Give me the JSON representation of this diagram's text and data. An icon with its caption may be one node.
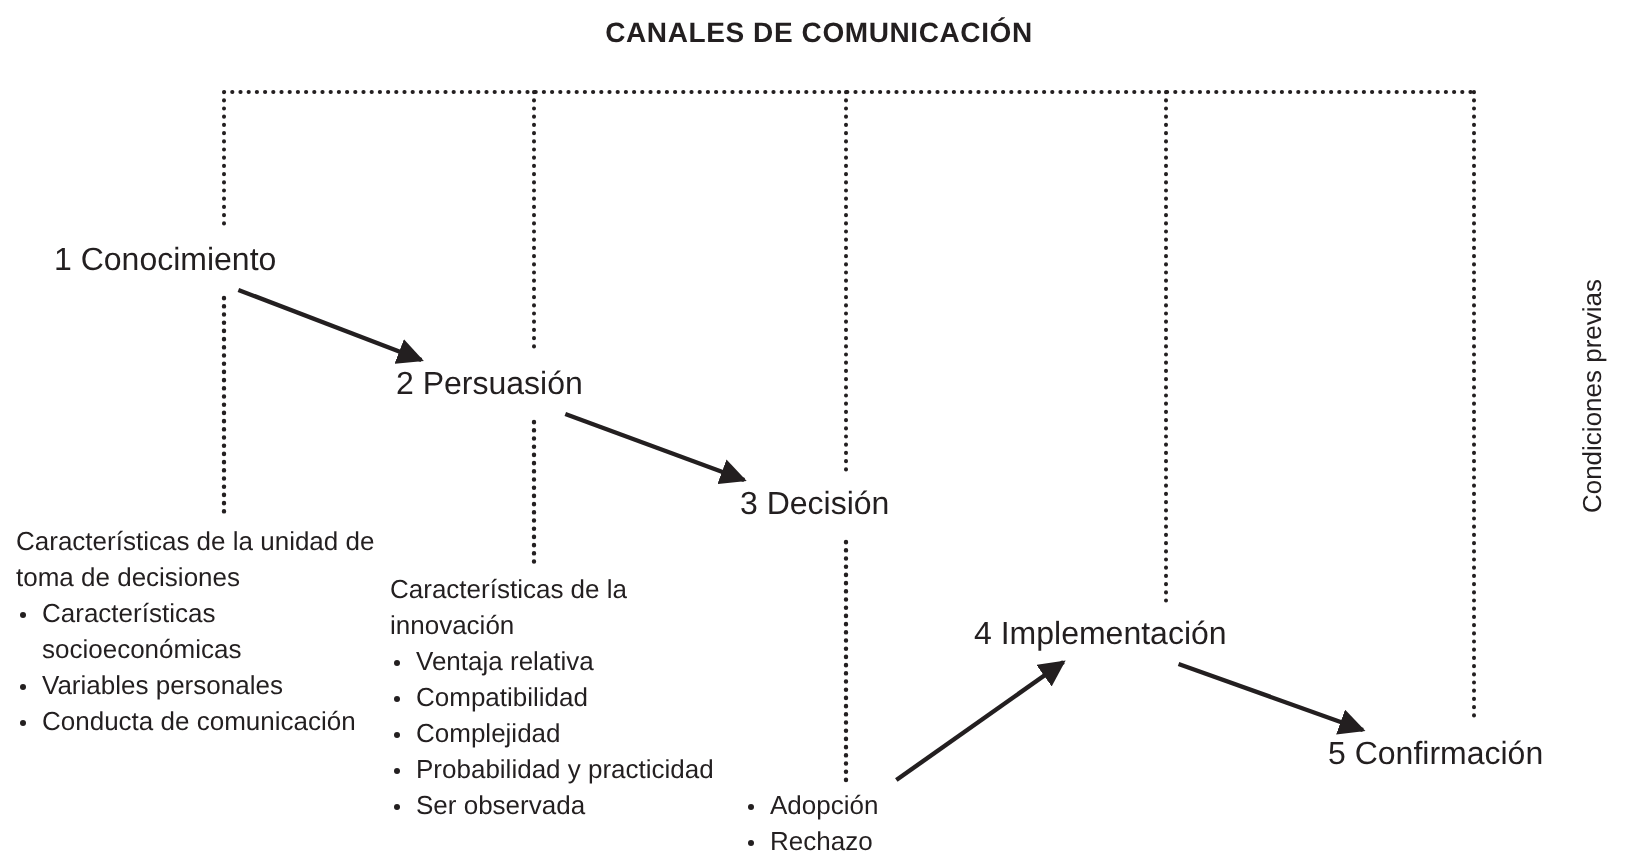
{
  "diagram": {
    "title": "CANALES DE COMUNICACIÓN",
    "nodes": [
      {
        "text": [
          "1 Conocimiento"
        ]
      },
      {
        "text": [
          "2 Persuasión"
        ]
      },
      {
        "text": [
          "3 Decisión"
        ]
      },
      {
        "text": [
          "4 Implementación"
        ]
      },
      {
        "text": [
          "5 Confirmación"
        ]
      },
      {
        "text": [
          "Características de la unidad de toma de decisiones",
          "Características socioeconómicas",
          "Variables personales",
          "Conducta de comunicación"
        ]
      },
      {
        "text": [
          "Características de la innovación",
          "Ventaja relativa",
          "Compatibilidad",
          "Complejidad",
          "Probabilidad y practicidad",
          "Ser observada"
        ]
      },
      {
        "text": [
          "Adopción",
          "Rechazo"
        ]
      }
    ],
    "edges": [
      {
        "from": 0,
        "to": 1,
        "arrow": "to"
      },
      {
        "from": 1,
        "to": 2,
        "arrow": "to"
      },
      {
        "from": 7,
        "to": 3,
        "arrow": "to"
      },
      {
        "from": 3,
        "to": 4,
        "arrow": "to"
      },
      {
        "from": 0,
        "to": 5,
        "arrow": "none",
        "style": "dashed"
      },
      {
        "from": 1,
        "to": 6,
        "arrow": "none",
        "style": "dashed"
      },
      {
        "from": 2,
        "to": 7,
        "arrow": "none",
        "style": "dashed"
      }
    ],
    "labels": [
      "Condiciones previas"
    ]
  }
}
